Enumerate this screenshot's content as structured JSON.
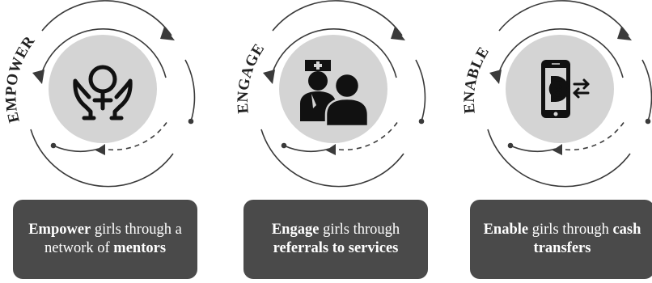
{
  "colors": {
    "card_bg": "#4a4a4a",
    "card_text": "#ffffff",
    "circle_fill": "#d4d4d4",
    "ring_stroke": "#3a3a3a",
    "icon_color": "#111111"
  },
  "steps": [
    {
      "label": "EMPOWER",
      "icon": "hands-female-symbol-icon",
      "card": {
        "strong": "Empower",
        "text_1": " girls through a network of ",
        "strong_2": "mentors"
      }
    },
    {
      "label": "ENGAGE",
      "icon": "doctor-patient-icon",
      "card": {
        "strong": "Engage",
        "text_1": " girls through ",
        "strong_2": "referrals to services"
      }
    },
    {
      "label": "ENABLE",
      "icon": "phone-cash-transfer-icon",
      "card": {
        "strong": "Enable",
        "text_1": " girls through ",
        "strong_2": "cash transfers"
      }
    }
  ]
}
